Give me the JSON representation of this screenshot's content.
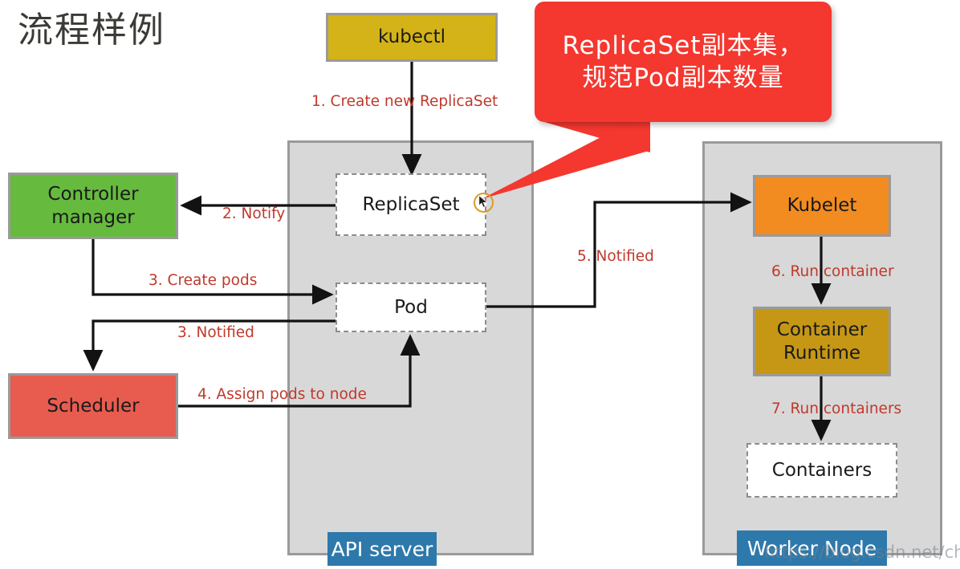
{
  "page": {
    "title": "流程样例",
    "watermark": "https://blog.csdn.net/chengyinwu"
  },
  "callout": {
    "line1": "ReplicaSet副本集，",
    "line2": "规范Pod副本数量",
    "color": "#f4372f",
    "text_color": "#ffffff"
  },
  "panels": [
    {
      "id": "api-server",
      "tag": "API server",
      "tag_color": "#2e79ab",
      "fill": "#d8d8d8"
    },
    {
      "id": "worker-node",
      "tag": "Worker Node",
      "tag_color": "#2e79ab",
      "fill": "#d8d8d8"
    }
  ],
  "nodes": {
    "kubectl": {
      "label": "kubectl",
      "fill": "#d4b318",
      "style": "solid"
    },
    "controller_manager": {
      "label": "Controller\nmanager",
      "line1": "Controller",
      "line2": "manager",
      "fill": "#66bb3f",
      "style": "solid"
    },
    "scheduler": {
      "label": "Scheduler",
      "fill": "#e85c4f",
      "style": "solid"
    },
    "replicaset": {
      "label": "ReplicaSet",
      "fill": "#ffffff",
      "style": "dashed"
    },
    "pod": {
      "label": "Pod",
      "fill": "#ffffff",
      "style": "dashed"
    },
    "kubelet": {
      "label": "Kubelet",
      "fill": "#f28c21",
      "style": "solid"
    },
    "container_runtime": {
      "line1": "Container",
      "line2": "Runtime",
      "label": "Container Runtime",
      "fill": "#c59715",
      "style": "solid"
    },
    "containers": {
      "label": "Containers",
      "fill": "#ffffff",
      "style": "dashed"
    }
  },
  "steps": [
    {
      "n": "1",
      "label": "1. Create new ReplicaSet",
      "from": "kubectl",
      "to": "replicaset"
    },
    {
      "n": "2",
      "label": "2. Notify",
      "from": "replicaset",
      "to": "controller_manager"
    },
    {
      "n": "3a",
      "label": "3. Create pods",
      "from": "controller_manager",
      "to": "pod"
    },
    {
      "n": "3b",
      "label": "3. Notified",
      "from": "pod",
      "to": "scheduler"
    },
    {
      "n": "4",
      "label": "4. Assign pods to node",
      "from": "scheduler",
      "to": "pod"
    },
    {
      "n": "5",
      "label": "5. Notified",
      "from": "pod",
      "to": "kubelet"
    },
    {
      "n": "6",
      "label": "6. Run container",
      "from": "kubelet",
      "to": "container_runtime"
    },
    {
      "n": "7",
      "label": "7. Run containers",
      "from": "container_runtime",
      "to": "containers"
    }
  ],
  "colors": {
    "step_text": "#c0392b",
    "panel_fill": "#d8d8d8",
    "panel_border": "#9a9a9a",
    "arrow": "#121212",
    "title_text": "#3b3b36"
  }
}
